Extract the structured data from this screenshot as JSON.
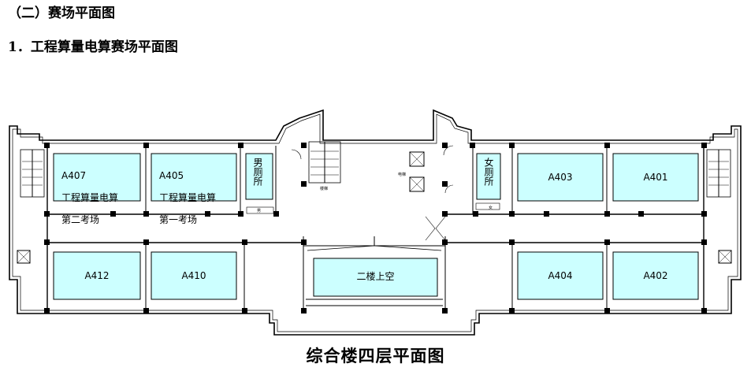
{
  "headings": {
    "section": "（二）赛场平面图",
    "subsection": "1．工程算量电算赛场平面图"
  },
  "caption": "综合楼四层平面图",
  "colors": {
    "room_fill": "#ccffff",
    "wall": "#000000",
    "line": "#000000"
  },
  "rooms": {
    "a407": {
      "code": "A407",
      "name": "工程算量电算",
      "note": "第二考场"
    },
    "a405": {
      "code": "A405",
      "name": "工程算量电算",
      "note": "第一考场"
    },
    "a403": {
      "code": "A403"
    },
    "a401": {
      "code": "A401"
    },
    "a412": {
      "code": "A412"
    },
    "a410": {
      "code": "A410"
    },
    "atrium": {
      "label": "二楼上空"
    },
    "a404": {
      "code": "A404"
    },
    "a402": {
      "code": "A402"
    }
  },
  "toilets": {
    "men": "男厕所",
    "women": "女厕所"
  },
  "small_labels": {
    "stair": "楼梯",
    "elevator": "电梯",
    "women_toilet_small": "女",
    "men_toilet_small": "男"
  }
}
